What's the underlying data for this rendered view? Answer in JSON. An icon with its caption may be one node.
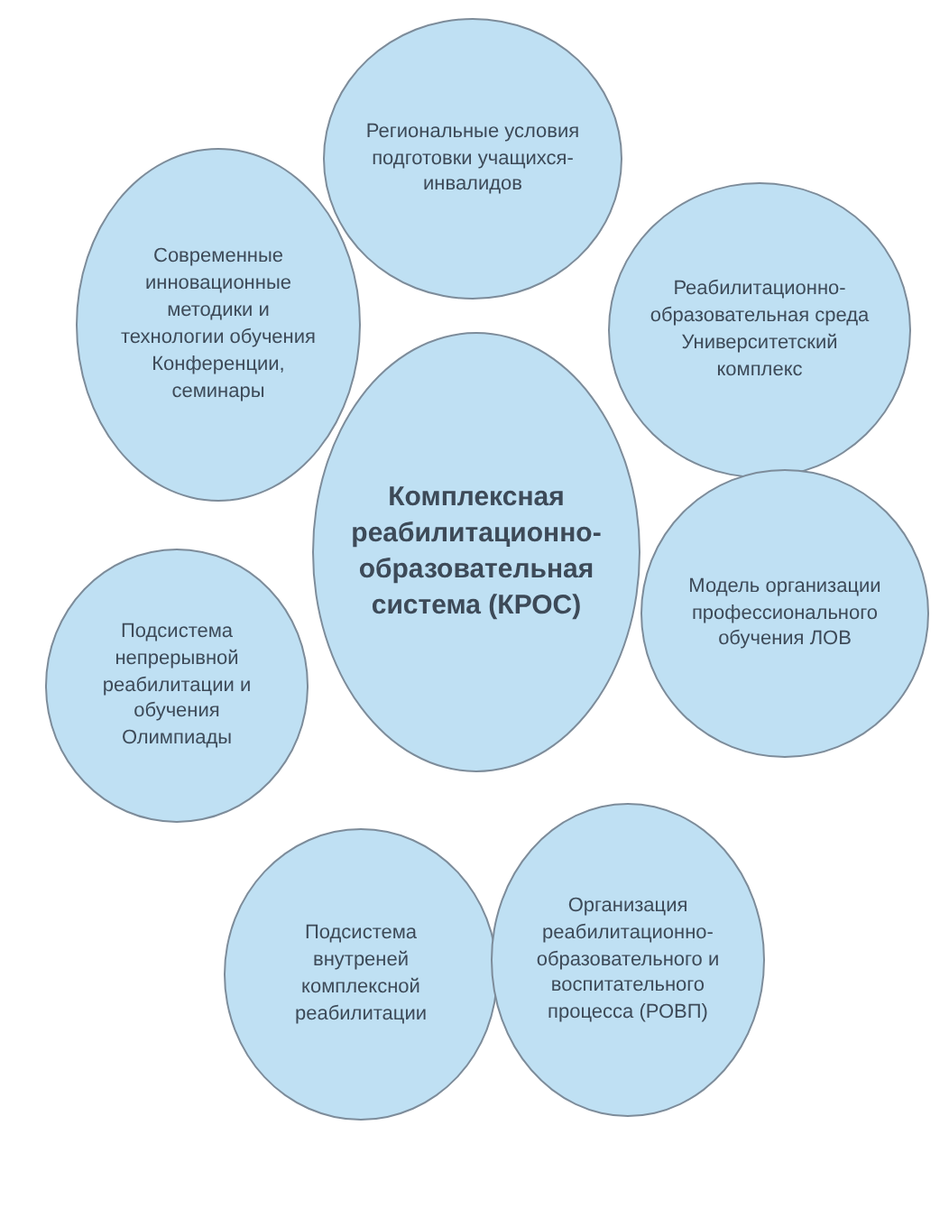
{
  "diagram": {
    "nodes": [
      {
        "text": [
          "Региональные условия подготовки учащихся-инвалидов"
        ]
      },
      {
        "text": [
          "Современные инновационные методики и технологии обучения Конференции, семинары"
        ]
      },
      {
        "text": [
          "Реабилитационно-образовательная среда Университетский комплекс"
        ]
      },
      {
        "text": [
          "Комплексная реабилитационно-образовательная система (КРОС)"
        ]
      },
      {
        "text": [
          "Модель организации профессионального обучения ЛОВ"
        ]
      },
      {
        "text": [
          "Подсистема непрерывной реабилитации и обучения Олимпиады"
        ]
      },
      {
        "text": [
          "Подсистема внутреней комплексной реабилитации"
        ]
      },
      {
        "text": [
          "Организация реабилитационно-образовательного и воспитательного процесса (РОВП)"
        ]
      }
    ]
  }
}
